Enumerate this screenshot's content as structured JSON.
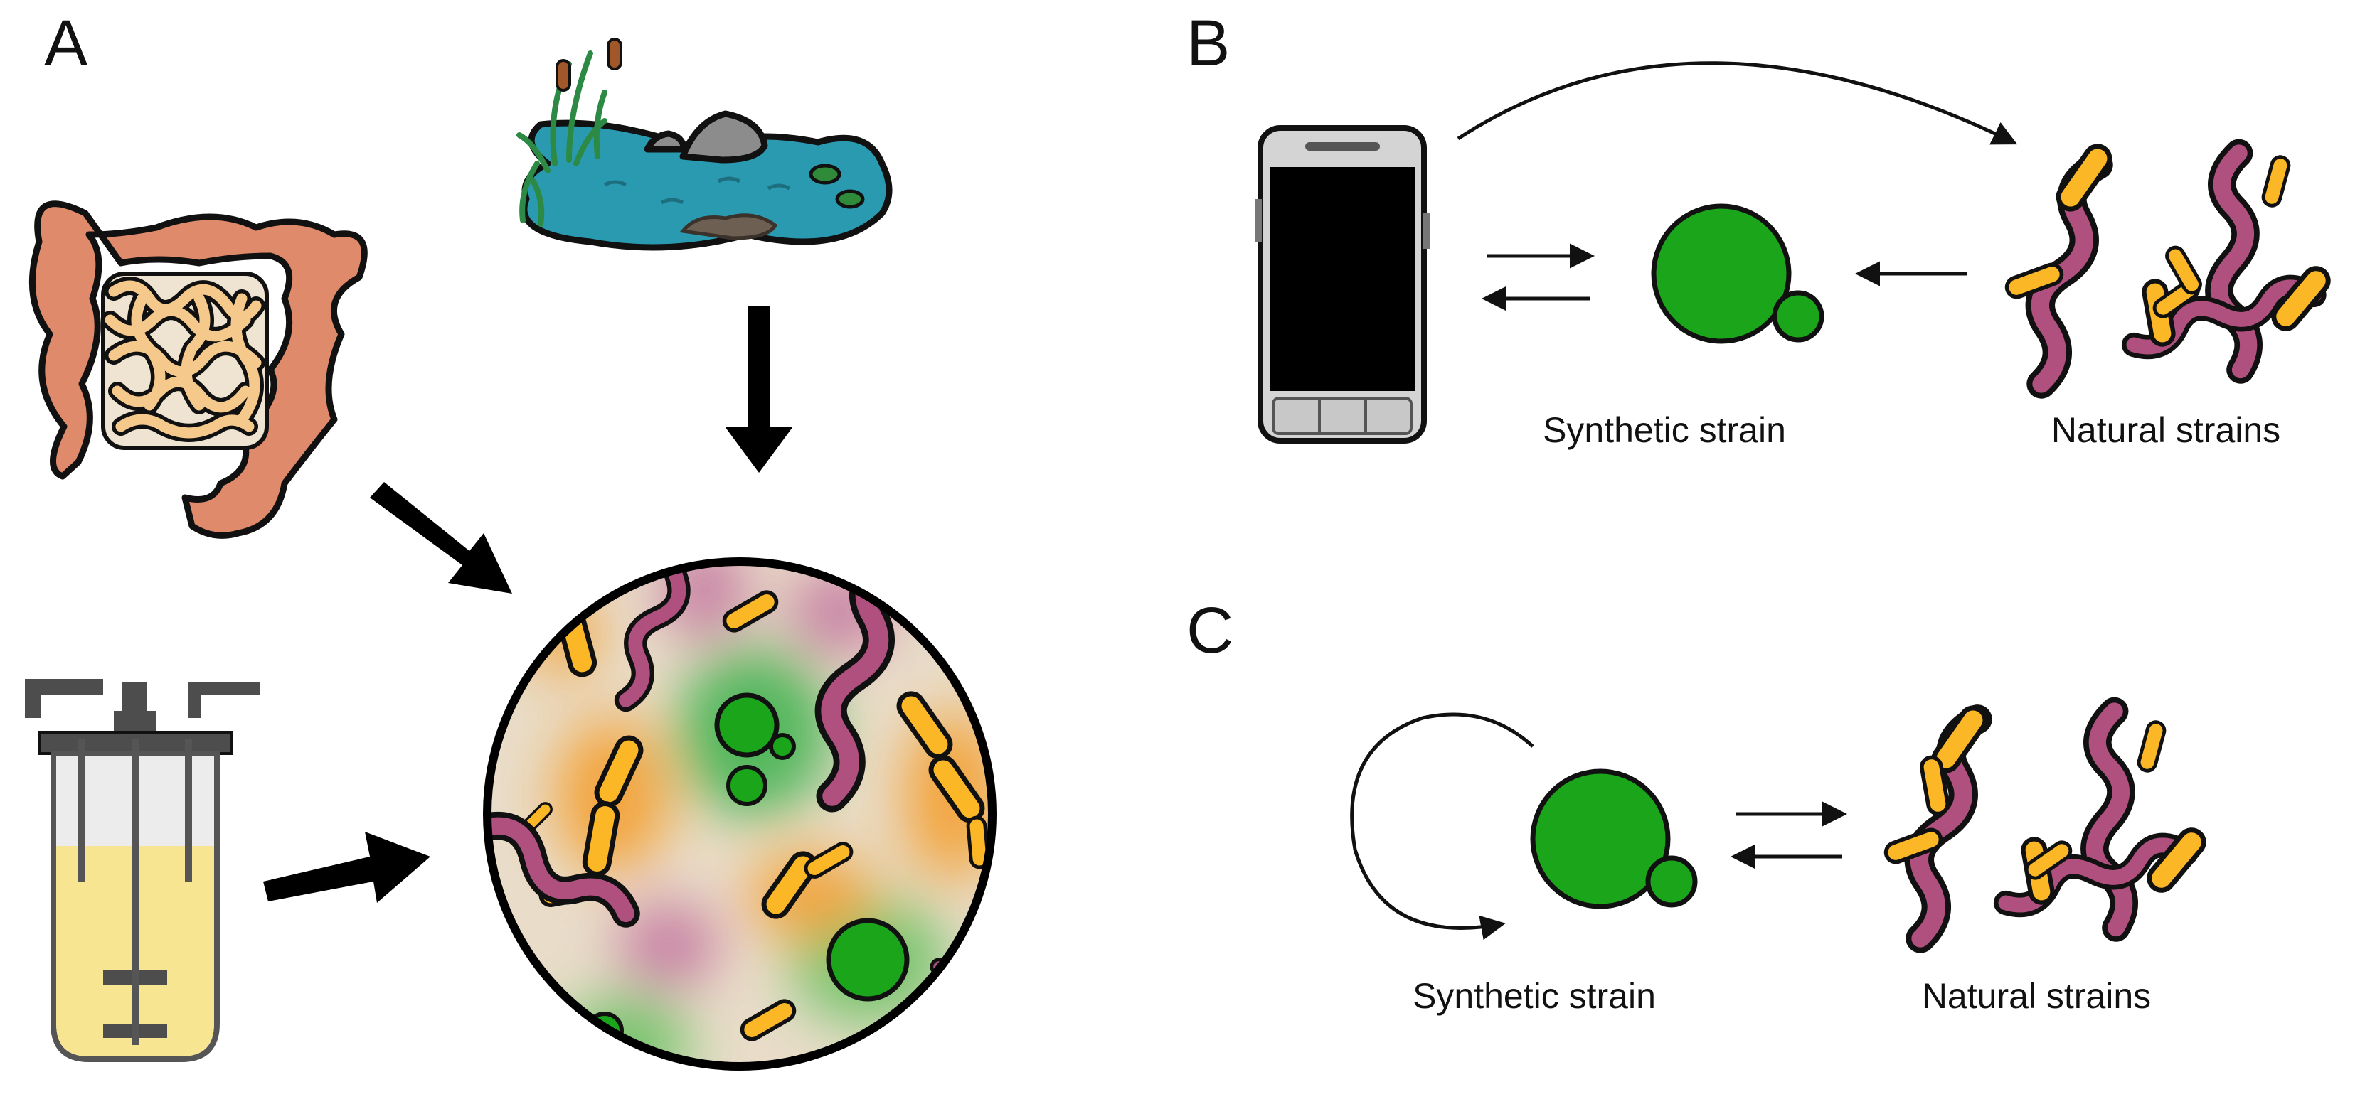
{
  "panels": {
    "a": {
      "letter": "A"
    },
    "b": {
      "letter": "B",
      "synthetic_label": "Synthetic strain",
      "natural_label": "Natural strains"
    },
    "c": {
      "letter": "C",
      "synthetic_label": "Synthetic strain",
      "natural_label": "Natural strains"
    }
  },
  "colors": {
    "synthetic_green": "#1aa51a",
    "rod_orange": "#fbb726",
    "spirillum_magenta": "#b0507f",
    "colon": "#df8a6a",
    "small_intestine": "#f5c98b",
    "pond_water": "#2a9ab0",
    "bioreactor_liquid": "#f8e591",
    "phone_body": "#d4d4d4",
    "arrow": "#000000"
  },
  "icons": {
    "gut": "intestine-icon",
    "pond": "pond-icon",
    "bioreactor": "bioreactor-icon",
    "phone": "smartphone-icon"
  }
}
